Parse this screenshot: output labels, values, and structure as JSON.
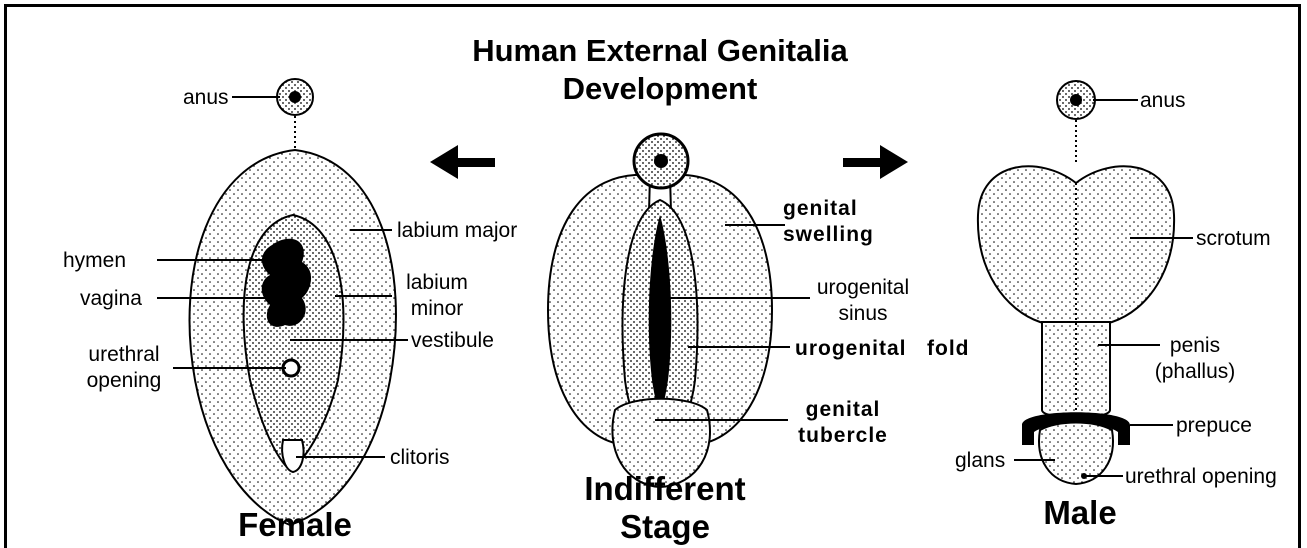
{
  "title": {
    "line1": "Human External Genitalia",
    "line2": "Development"
  },
  "sections": {
    "female": "Female",
    "indifferent_line1": "Indifferent",
    "indifferent_line2": "Stage",
    "male": "Male"
  },
  "labels": {
    "female": {
      "anus": "anus",
      "labium_major": "labium major",
      "hymen": "hymen",
      "labium_minor_line1": "labium",
      "labium_minor_line2": "minor",
      "vagina": "vagina",
      "urethral_opening_line1": "urethral",
      "urethral_opening_line2": "opening",
      "vestibule": "vestibule",
      "clitoris": "clitoris"
    },
    "indifferent": {
      "genital_swelling_line1": "genital",
      "genital_swelling_line2": "swelling",
      "urogenital_sinus_line1": "urogenital",
      "urogenital_sinus_line2": "sinus",
      "urogenital_fold": "urogenital   fold",
      "genital_tubercle_line1": "genital",
      "genital_tubercle_line2": "tubercle"
    },
    "male": {
      "anus": "anus",
      "scrotum": "scrotum",
      "penis_line1": "penis",
      "penis_line2": "(phallus)",
      "prepuce": "prepuce",
      "glans": "glans",
      "urethral_opening": "urethral opening"
    }
  }
}
